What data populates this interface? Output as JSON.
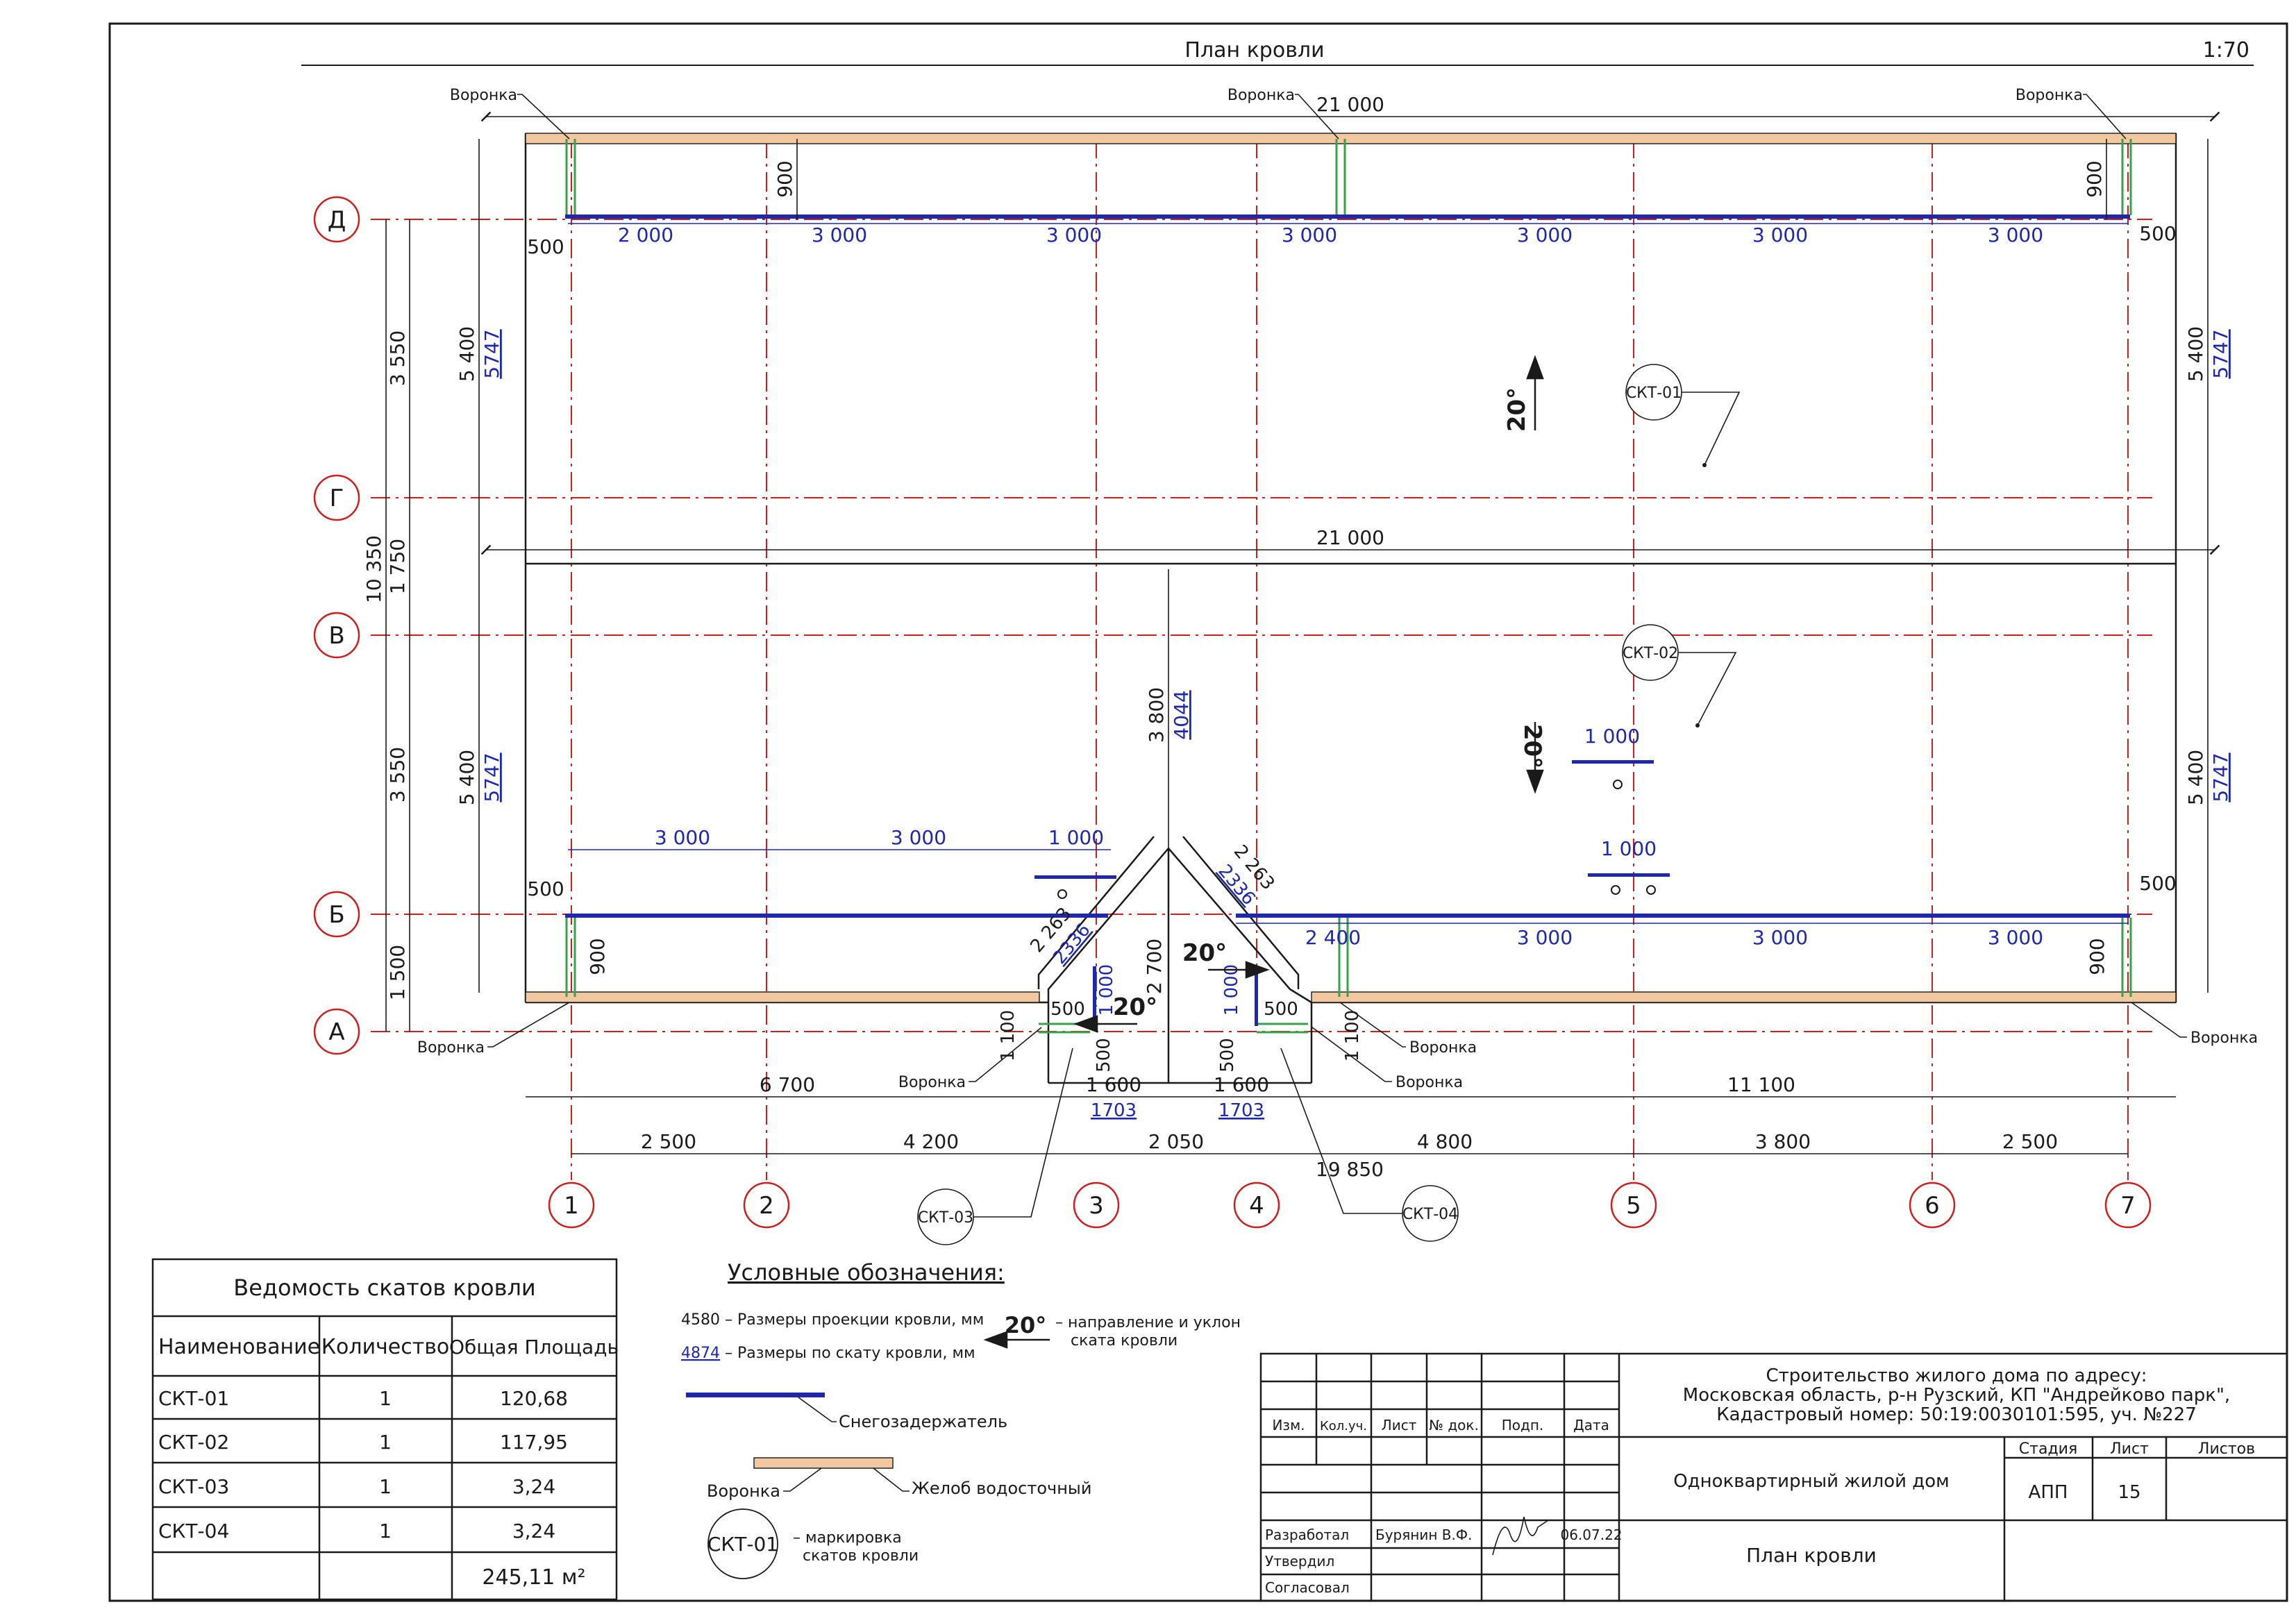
{
  "title": "План кровли",
  "scale": "1:70",
  "axes": {
    "letters": [
      "Д",
      "Г",
      "В",
      "Б",
      "А"
    ],
    "numbers": [
      "1",
      "2",
      "3",
      "4",
      "5",
      "6",
      "7"
    ]
  },
  "labels": {
    "funnel": "Воронка"
  },
  "dims": {
    "overall_top": "21 000",
    "overall_mid": "21 000",
    "top_gutter": "900",
    "top_edge_left": "500",
    "top_edge_right": "500",
    "snow_top": [
      "2 000",
      "3 000",
      "3 000",
      "3 000",
      "3 000",
      "3 000",
      "3 000"
    ],
    "left_chain": [
      "3 550",
      "1 750",
      "3 550",
      "1 500"
    ],
    "left_total": "10 350",
    "slope_top_proj": "5 400",
    "slope_top_real": "5747",
    "slope_bot_proj": "5 400",
    "slope_bot_real": "5747",
    "ridge_proj": "3 800",
    "ridge_real": "4044",
    "snow_bot_left": [
      "3 000",
      "3 000",
      "1 000"
    ],
    "snow_bot_right": [
      "2 400",
      "3 000",
      "3 000",
      "3 000"
    ],
    "snow_mid": [
      "1 000",
      "1 000"
    ],
    "bot_edge_left": "500",
    "bot_edge_right": "500",
    "bot_gutter_left": "900",
    "bot_gutter_right": "900",
    "gable_slope_l": "2 263",
    "gable_slope_l_real": "2336",
    "gable_slope_r": "2 263",
    "gable_slope_r_real": "2336",
    "gable_h": "2 700",
    "gable_inner_l": "1 000",
    "gable_inner_r": "1 000",
    "gable_500_a": "500",
    "gable_500_b": "500",
    "gable_500_c": "500",
    "gable_500_d": "500",
    "gable_1100_l": "1 100",
    "gable_1100_r": "1 100",
    "bottom_chain_a": [
      "6 700",
      "1 600",
      "1 600",
      "11 100"
    ],
    "bottom_chain_a_real": [
      "1703",
      "1703"
    ],
    "axis_chain": [
      "2 500",
      "4 200",
      "2 050",
      "4 800",
      "3 800",
      "2 500"
    ],
    "axis_total": "19 850"
  },
  "slopes": {
    "skt01": "СКТ-01",
    "skt02": "СКТ-02",
    "skt03": "СКТ-03",
    "skt04": "СКТ-04",
    "angle": "20°"
  },
  "schedule": {
    "title": "Ведомость скатов кровли",
    "headers": [
      "Наименование",
      "Количество",
      "Общая Площадь"
    ],
    "rows": [
      [
        "СКТ-01",
        "1",
        "120,68"
      ],
      [
        "СКТ-02",
        "1",
        "117,95"
      ],
      [
        "СКТ-03",
        "1",
        "3,24"
      ],
      [
        "СКТ-04",
        "1",
        "3,24"
      ]
    ],
    "total": "245,11 м²"
  },
  "legend": {
    "title": "Условные обозначения:",
    "proj_value": "4580",
    "proj_text": "– Размеры проекции кровли, мм",
    "real_value": "4874",
    "real_text": "– Размеры по скату кровли, мм",
    "angle_value": "20°",
    "angle_text_1": "– направление и уклон",
    "angle_text_2": "ската кровли",
    "snow": "Снегозадержатель",
    "funnel": "Воронка",
    "gutter": "Желоб водосточный",
    "mark": "СКТ-01",
    "mark_text_1": "– маркировка",
    "mark_text_2": "скатов кровли"
  },
  "stamp": {
    "head_cols": [
      "Изм.",
      "Кол.уч.",
      "Лист",
      "№ док.",
      "Подп.",
      "Дата"
    ],
    "address_1": "Строительство жилого дома по адресу:",
    "address_2": "Московская область, р-н Рузский, КП \"Андрейково парк\",",
    "address_3": "Кадастровый номер: 50:19:0030101:595, уч. №227",
    "object": "Одноквартирный жилой дом",
    "stage_h": "Стадия",
    "sheet_h": "Лист",
    "sheets_h": "Листов",
    "stage": "АПП",
    "sheet": "15",
    "sheets": "",
    "sheet_title": "План кровли",
    "role_dev": "Разработал",
    "role_app": "Утвердил",
    "role_agr": "Согласовал",
    "dev_name": "Бурянин В.Ф.",
    "date": "06.07.22"
  },
  "colors": {
    "line": "#1a1a1a",
    "axis": "#cc1f1f",
    "snow": "#1e28a8",
    "gutter": "#f2c8a0",
    "pipe": "#3aa04a"
  }
}
